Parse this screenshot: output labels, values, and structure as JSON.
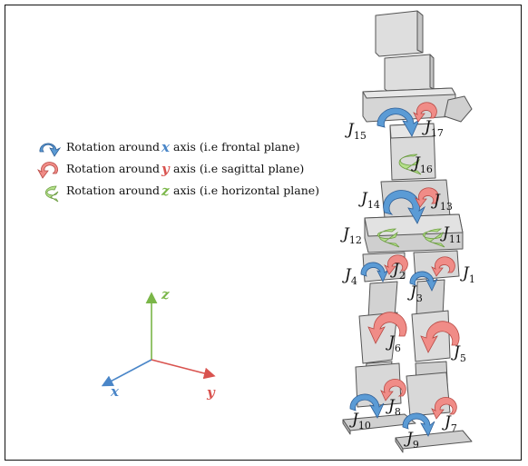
{
  "legend": {
    "items": [
      {
        "prefix": "Rotation around",
        "axis": "x",
        "suffix": "axis (i.e frontal plane)"
      },
      {
        "prefix": "Rotation around",
        "axis": "y",
        "suffix": "axis (i.e sagittal plane)"
      },
      {
        "prefix": "Rotation around",
        "axis": "z",
        "suffix": "axis (i.e horizontal plane)"
      }
    ]
  },
  "axes": {
    "x": "x",
    "y": "y",
    "z": "z"
  },
  "joints": [
    {
      "letter": "J",
      "index": "1"
    },
    {
      "letter": "J",
      "index": "2"
    },
    {
      "letter": "J",
      "index": "3"
    },
    {
      "letter": "J",
      "index": "4"
    },
    {
      "letter": "J",
      "index": "5"
    },
    {
      "letter": "J",
      "index": "6"
    },
    {
      "letter": "J",
      "index": "7"
    },
    {
      "letter": "J",
      "index": "8"
    },
    {
      "letter": "J",
      "index": "9"
    },
    {
      "letter": "J",
      "index": "10"
    },
    {
      "letter": "J",
      "index": "11"
    },
    {
      "letter": "J",
      "index": "12"
    },
    {
      "letter": "J",
      "index": "13"
    },
    {
      "letter": "J",
      "index": "14"
    },
    {
      "letter": "J",
      "index": "15"
    },
    {
      "letter": "J",
      "index": "16"
    },
    {
      "letter": "J",
      "index": "17"
    }
  ],
  "colors": {
    "x_axis": "#4a86c8",
    "y_axis": "#d9534f",
    "z_axis": "#7ab648",
    "x_arrow": "#5b9bd5",
    "y_arrow": "#f08c87",
    "z_arrow": "#b5e08a",
    "robot_face": "#dcdcdc",
    "robot_edge": "#555555"
  },
  "icons": {
    "x_rotation": "blue-curved-arrow-icon",
    "y_rotation": "red-curved-arrow-icon",
    "z_rotation": "green-curved-arrow-icon"
  }
}
